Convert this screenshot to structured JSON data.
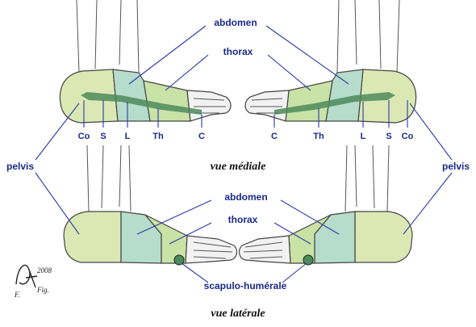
{
  "labels": {
    "top_abdomen": "abdomen",
    "top_thorax": "thorax",
    "pelvis_left": "pelvis",
    "pelvis_right": "pelvis",
    "bottom_abdomen": "abdomen",
    "bottom_thorax": "thorax",
    "scapulo": "scapulo-humérale",
    "left_co": "Co",
    "left_s": "S",
    "left_l": "L",
    "left_th": "Th",
    "left_c": "C",
    "right_c": "C",
    "right_th": "Th",
    "right_l": "L",
    "right_s": "S",
    "right_co": "Co"
  },
  "views": {
    "medial": "vue médiale",
    "lateral": "vue latérale"
  },
  "signature": {
    "line1": "2008",
    "line2": "F.",
    "line3": "Fig."
  },
  "colors": {
    "zone_pelvis": "#dbe8b4",
    "zone_abdomen": "#b6dccb",
    "zone_thorax": "#c9e2a6",
    "toes": "#f2f2f2",
    "spine_band": "#4d8a5c",
    "leader": "#2b3aa8",
    "label": "#1a2a8c"
  }
}
